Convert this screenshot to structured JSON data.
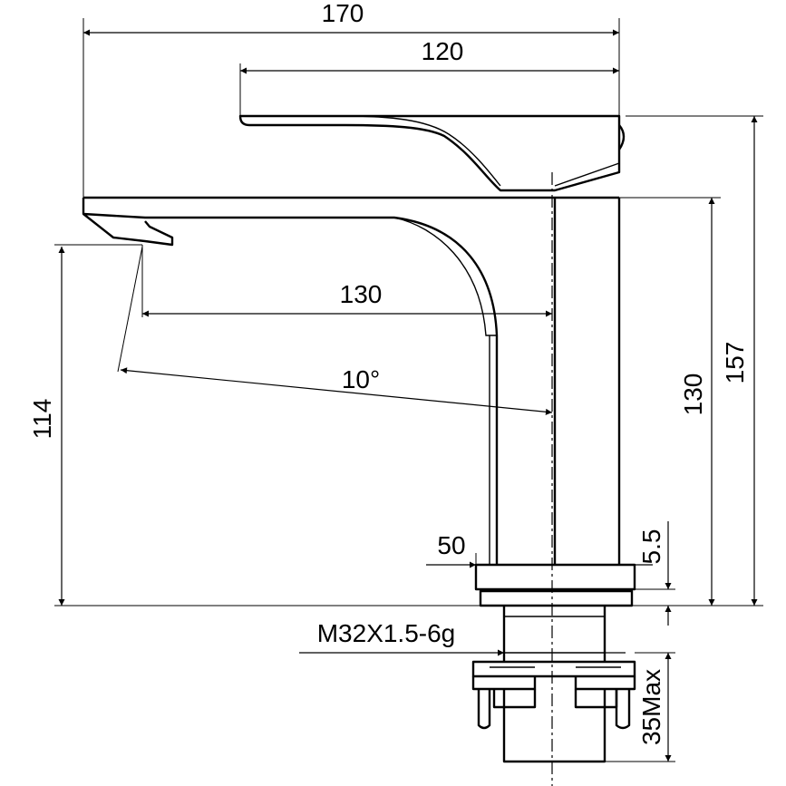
{
  "dimensions": {
    "overall_width": "170",
    "handle_length": "120",
    "spout_reach": "130",
    "spout_angle": "10°",
    "spout_height": "114",
    "body_height": "130",
    "overall_height": "157",
    "base_diameter": "50",
    "base_thickness": "5.5",
    "thread": "M32X1.5-6g",
    "max_deck_thickness": "35Max"
  }
}
